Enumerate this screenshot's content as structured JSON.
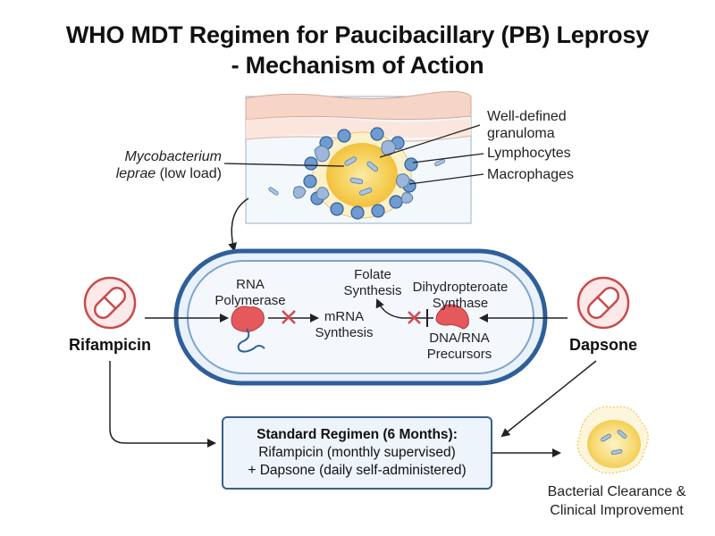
{
  "title": {
    "line1": "WHO MDT Regimen for Paucibacillary (PB) Leprosy",
    "line2": "- Mechanism of Action"
  },
  "skin_panel": {
    "pathogen_label_italic": "Mycobacterium",
    "pathogen_label_italic2": "leprae",
    "pathogen_label_rest": "(low load)",
    "granuloma_line1": "Well-defined",
    "granuloma_line2": "granuloma",
    "lymphocytes": "Lymphocytes",
    "macrophages": "Macrophages"
  },
  "bacterium": {
    "rna_pol_line1": "RNA",
    "rna_pol_line2": "Polymerase",
    "mrna_line1": "mRNA",
    "mrna_line2": "Synthesis",
    "folate_line1": "Folate",
    "folate_line2": "Synthesis",
    "dhps_line1": "Dihydropteroate",
    "dhps_line2": "Synthase",
    "precursor_line1": "DNA/RNA",
    "precursor_line2": "Precursors"
  },
  "drugs": {
    "left": "Rifampicin",
    "right": "Dapsone"
  },
  "regimen": {
    "title": "Standard Regimen (6 Months):",
    "line1": "Rifampicin (monthly supervised)",
    "line2": "+ Dapsone (daily self-administered)"
  },
  "outcome": {
    "line1": "Bacterial Clearance &",
    "line2": "Clinical Improvement"
  },
  "colors": {
    "inhibit_red": "#d9464a",
    "enzyme_red": "#e5585c",
    "bacterium_border": "#2f5f9a",
    "bacterium_fill": "#e9f1fa",
    "drug_circle": "#c94a4a",
    "granuloma_yellow": "#f5cf55",
    "box_border": "#3b5f86"
  }
}
